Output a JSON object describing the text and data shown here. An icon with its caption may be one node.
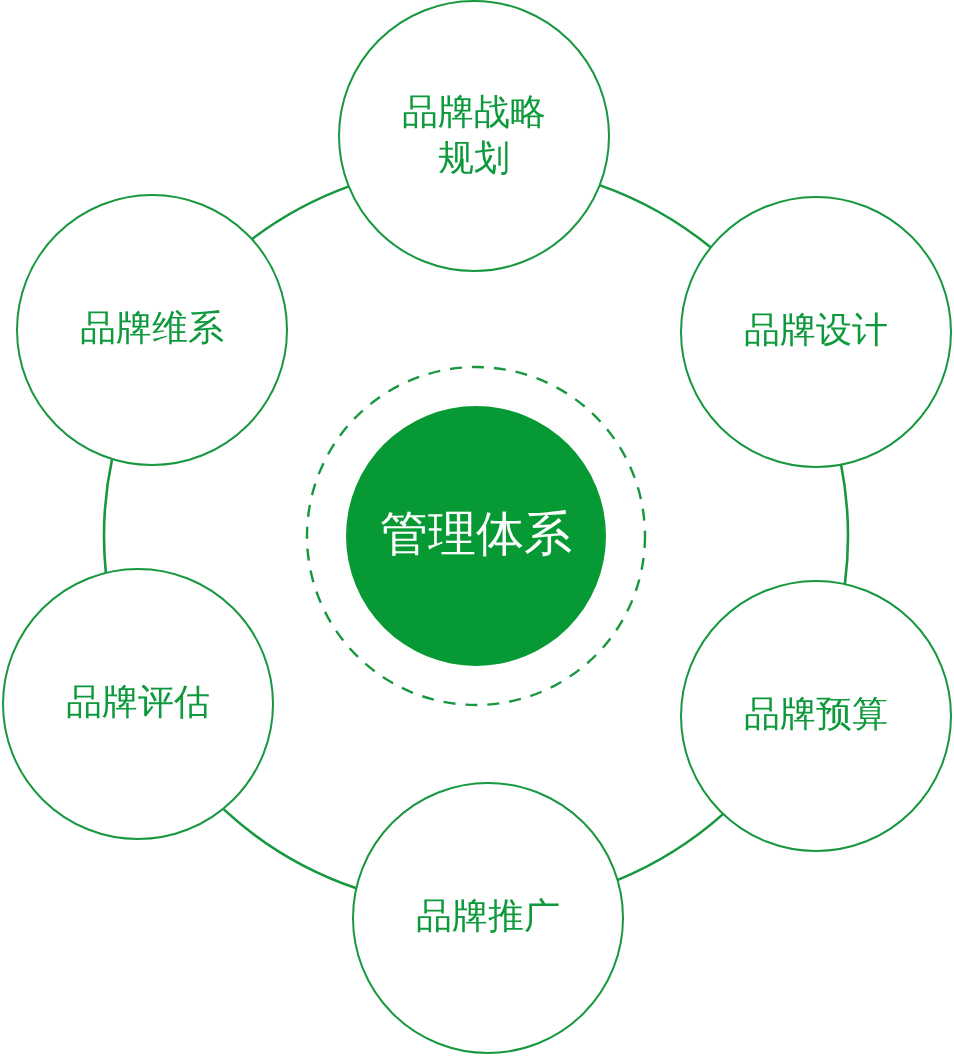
{
  "diagram": {
    "nodes": [
      {
        "text": [
          "管理体系"
        ]
      },
      {
        "text": [
          "品牌战略规划"
        ]
      },
      {
        "text": [
          "品牌设计"
        ]
      },
      {
        "text": [
          "品牌预算"
        ]
      },
      {
        "text": [
          "品牌推广"
        ]
      },
      {
        "text": [
          "品牌评估"
        ]
      },
      {
        "text": [
          "品牌维系"
        ]
      }
    ],
    "edges": [
      {
        "from": 1,
        "to": 2,
        "arrow": "none"
      },
      {
        "from": 2,
        "to": 3,
        "arrow": "none"
      },
      {
        "from": 3,
        "to": 4,
        "arrow": "none"
      },
      {
        "from": 4,
        "to": 5,
        "arrow": "none"
      },
      {
        "from": 5,
        "to": 6,
        "arrow": "none"
      },
      {
        "from": 6,
        "to": 1,
        "arrow": "none"
      }
    ]
  }
}
